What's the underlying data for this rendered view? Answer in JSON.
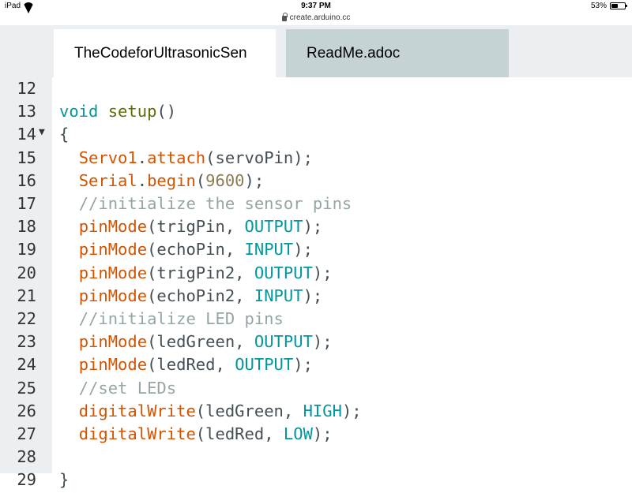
{
  "statusbar": {
    "device": "iPad",
    "time": "9:37 PM",
    "battery": "53%",
    "battery_level": 0.53
  },
  "url": "create.arduino.cc",
  "tabs": [
    {
      "label": "TheCodeforUltrasonicSen",
      "active": true
    },
    {
      "label": "ReadMe.adoc",
      "active": false
    }
  ],
  "colors": {
    "type": "#00979d",
    "function": "#d35400",
    "number": "#8a7b52",
    "comment": "#95a5a6",
    "plain": "#434f54"
  },
  "code_lines": [
    {
      "num": "12",
      "fold": false,
      "tokens": []
    },
    {
      "num": "13",
      "fold": false,
      "tokens": [
        {
          "t": "void",
          "c": "type"
        },
        {
          "t": " ",
          "c": "plain"
        },
        {
          "t": "setup",
          "c": "fn"
        },
        {
          "t": "()",
          "c": "plain"
        }
      ]
    },
    {
      "num": "14",
      "fold": true,
      "tokens": [
        {
          "t": "{",
          "c": "plain"
        }
      ]
    },
    {
      "num": "15",
      "fold": false,
      "tokens": [
        {
          "t": "  ",
          "c": "plain"
        },
        {
          "t": "Servo1",
          "c": "call"
        },
        {
          "t": ".",
          "c": "plain"
        },
        {
          "t": "attach",
          "c": "call"
        },
        {
          "t": "(servoPin);",
          "c": "plain"
        }
      ]
    },
    {
      "num": "16",
      "fold": false,
      "tokens": [
        {
          "t": "  ",
          "c": "plain"
        },
        {
          "t": "Serial",
          "c": "call"
        },
        {
          "t": ".",
          "c": "plain"
        },
        {
          "t": "begin",
          "c": "call"
        },
        {
          "t": "(",
          "c": "plain"
        },
        {
          "t": "9600",
          "c": "num"
        },
        {
          "t": ");",
          "c": "plain"
        }
      ]
    },
    {
      "num": "17",
      "fold": false,
      "tokens": [
        {
          "t": "  ",
          "c": "plain"
        },
        {
          "t": "//initialize the sensor pins",
          "c": "cmt"
        }
      ]
    },
    {
      "num": "18",
      "fold": false,
      "tokens": [
        {
          "t": "  ",
          "c": "plain"
        },
        {
          "t": "pinMode",
          "c": "call"
        },
        {
          "t": "(trigPin, ",
          "c": "plain"
        },
        {
          "t": "OUTPUT",
          "c": "const"
        },
        {
          "t": ");",
          "c": "plain"
        }
      ]
    },
    {
      "num": "19",
      "fold": false,
      "tokens": [
        {
          "t": "  ",
          "c": "plain"
        },
        {
          "t": "pinMode",
          "c": "call"
        },
        {
          "t": "(echoPin, ",
          "c": "plain"
        },
        {
          "t": "INPUT",
          "c": "const"
        },
        {
          "t": ");",
          "c": "plain"
        }
      ]
    },
    {
      "num": "20",
      "fold": false,
      "tokens": [
        {
          "t": "  ",
          "c": "plain"
        },
        {
          "t": "pinMode",
          "c": "call"
        },
        {
          "t": "(trigPin2, ",
          "c": "plain"
        },
        {
          "t": "OUTPUT",
          "c": "const"
        },
        {
          "t": ");",
          "c": "plain"
        }
      ]
    },
    {
      "num": "21",
      "fold": false,
      "tokens": [
        {
          "t": "  ",
          "c": "plain"
        },
        {
          "t": "pinMode",
          "c": "call"
        },
        {
          "t": "(echoPin2, ",
          "c": "plain"
        },
        {
          "t": "INPUT",
          "c": "const"
        },
        {
          "t": ");",
          "c": "plain"
        }
      ]
    },
    {
      "num": "22",
      "fold": false,
      "tokens": [
        {
          "t": "  ",
          "c": "plain"
        },
        {
          "t": "//initialize LED pins",
          "c": "cmt"
        }
      ]
    },
    {
      "num": "23",
      "fold": false,
      "tokens": [
        {
          "t": "  ",
          "c": "plain"
        },
        {
          "t": "pinMode",
          "c": "call"
        },
        {
          "t": "(ledGreen, ",
          "c": "plain"
        },
        {
          "t": "OUTPUT",
          "c": "const"
        },
        {
          "t": ");",
          "c": "plain"
        }
      ]
    },
    {
      "num": "24",
      "fold": false,
      "tokens": [
        {
          "t": "  ",
          "c": "plain"
        },
        {
          "t": "pinMode",
          "c": "call"
        },
        {
          "t": "(ledRed, ",
          "c": "plain"
        },
        {
          "t": "OUTPUT",
          "c": "const"
        },
        {
          "t": ");",
          "c": "plain"
        }
      ]
    },
    {
      "num": "25",
      "fold": false,
      "tokens": [
        {
          "t": "  ",
          "c": "plain"
        },
        {
          "t": "//set LEDs",
          "c": "cmt"
        }
      ]
    },
    {
      "num": "26",
      "fold": false,
      "tokens": [
        {
          "t": "  ",
          "c": "plain"
        },
        {
          "t": "digitalWrite",
          "c": "call"
        },
        {
          "t": "(ledGreen, ",
          "c": "plain"
        },
        {
          "t": "HIGH",
          "c": "const"
        },
        {
          "t": ");",
          "c": "plain"
        }
      ]
    },
    {
      "num": "27",
      "fold": false,
      "tokens": [
        {
          "t": "  ",
          "c": "plain"
        },
        {
          "t": "digitalWrite",
          "c": "call"
        },
        {
          "t": "(ledRed, ",
          "c": "plain"
        },
        {
          "t": "LOW",
          "c": "const"
        },
        {
          "t": ");",
          "c": "plain"
        }
      ]
    },
    {
      "num": "28",
      "fold": false,
      "tokens": []
    },
    {
      "num": "29",
      "fold": false,
      "tokens": [
        {
          "t": "}",
          "c": "plain"
        }
      ]
    }
  ]
}
